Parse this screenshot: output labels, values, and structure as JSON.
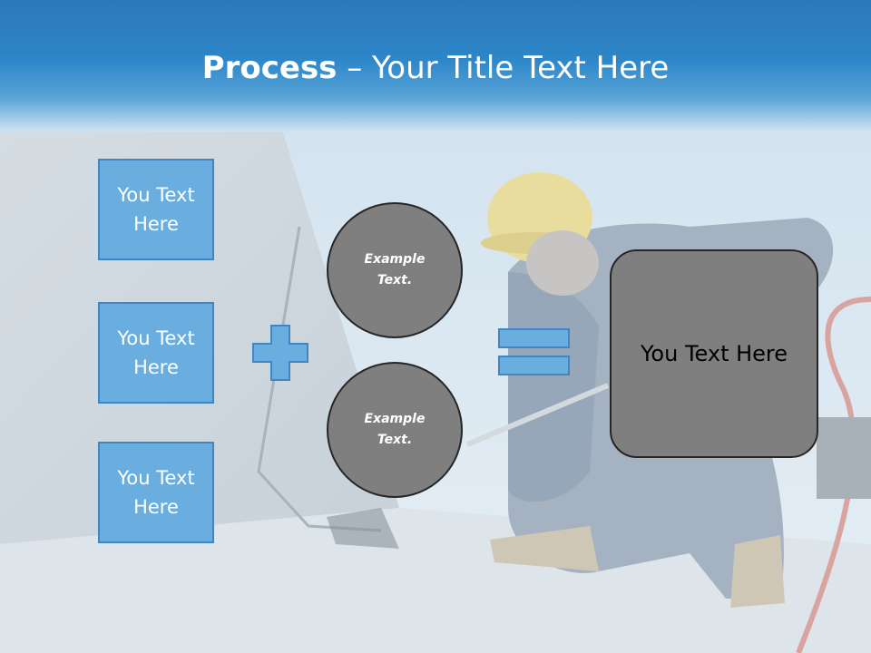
{
  "slide": {
    "title_bold": "Process",
    "title_rest": " – Your Title Text Here"
  },
  "boxes": [
    {
      "label": "You Text Here"
    },
    {
      "label": "You Text Here"
    },
    {
      "label": "You Text Here"
    }
  ],
  "circles": [
    {
      "label": "Example Text."
    },
    {
      "label": "Example Text."
    }
  ],
  "result": {
    "label": "You Text Here"
  },
  "icons": {
    "plus": "plus-icon",
    "equals": "equals-icon"
  },
  "colors": {
    "header_blue": "#2c86c8",
    "box_fill": "#6aaee0",
    "box_border": "#3f86c4",
    "gray_fill": "#7f7f7f"
  }
}
